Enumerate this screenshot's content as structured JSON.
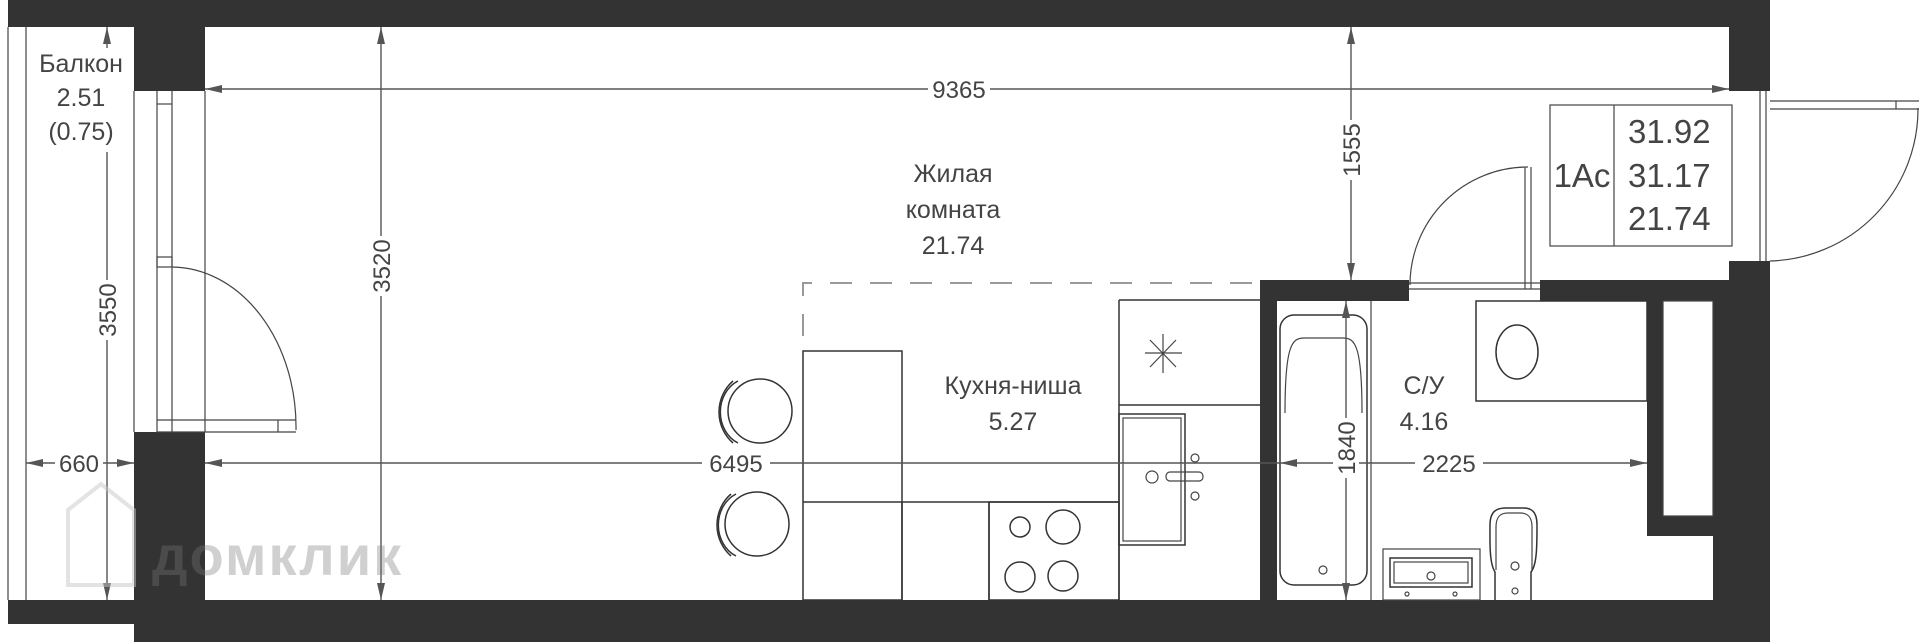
{
  "rooms": {
    "balcony": {
      "name": "Балкон",
      "area": "2.51",
      "reduced_area": "(0.75)"
    },
    "living": {
      "name_line1": "Жилая",
      "name_line2": "комната",
      "area": "21.74"
    },
    "kitchen": {
      "name": "Кухня-ниша",
      "area": "5.27"
    },
    "bathroom": {
      "name": "С/У",
      "area": "4.16"
    }
  },
  "info_box": {
    "type": "1Ас",
    "total_area": "31.92",
    "area_without_balcony": "31.17",
    "living_area": "21.74"
  },
  "dimensions": {
    "overall_width": "9365",
    "room_width": "6495",
    "balcony_depth": "660",
    "balcony_length": "3550",
    "room_depth": "3520",
    "corridor_width": "1555",
    "bath_length": "1840",
    "bathroom_width": "2225"
  },
  "watermark": "домклик",
  "colors": {
    "wall": "#333333",
    "line": "#444444",
    "background": "#ffffff"
  }
}
